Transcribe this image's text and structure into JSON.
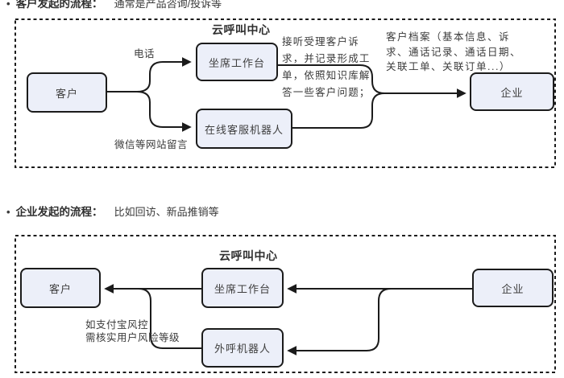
{
  "colors": {
    "page-bg": "#ffffff",
    "node-fill": "#ECEFF9",
    "node-border": "#1b1b1b",
    "line": "#1b1b1b",
    "text": "#3d3d3d"
  },
  "sections": [
    {
      "bullet": "•",
      "title": "客户发起的流程：",
      "subtitle": "通常是产品咨询/投诉等",
      "container_title": "云呼叫中心",
      "nodes": {
        "customer": "客户",
        "agent": "坐席工作台",
        "online_bot": "在线客服机器人",
        "enterprise": "企业"
      },
      "edge_labels": {
        "phone": "电话",
        "web_message": "微信等网站留言"
      },
      "annotations": {
        "agent_note": "接听受理客户诉\n求，并记录形成工\n单，依照知识库解\n答一些客户问题；",
        "profile_note": "客户档案（基本信息、诉\n求、通话记录、通话日期、\n关联工单、关联订单...）"
      }
    },
    {
      "bullet": "•",
      "title": "企业发起的流程：",
      "subtitle": "比如回访、新品推销等",
      "container_title": "云呼叫中心",
      "nodes": {
        "customer": "客户",
        "agent": "坐席工作台",
        "outbound_bot": "外呼机器人",
        "enterprise": "企业"
      },
      "annotations": {
        "risk_note": "如支付宝风控\n需核实用户风险等级"
      }
    }
  ]
}
